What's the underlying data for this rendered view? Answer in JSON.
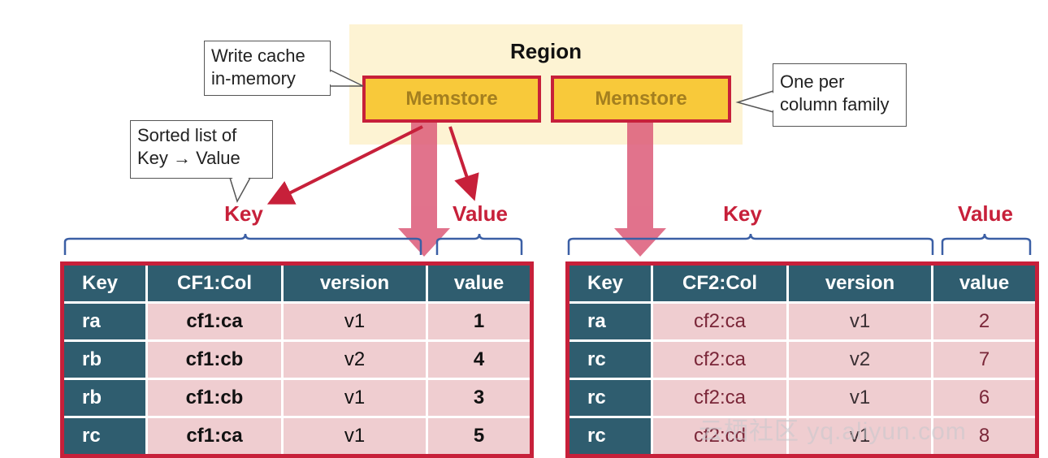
{
  "region": {
    "title": "Region",
    "memstore_labels": [
      "Memstore",
      "Memstore"
    ]
  },
  "callouts": {
    "write_cache": [
      "Write cache",
      "in-memory"
    ],
    "sorted_list": [
      "Sorted list of",
      "Key → Value"
    ],
    "one_per_cf": [
      "One per",
      "column family"
    ]
  },
  "labels": {
    "key": "Key",
    "value": "Value"
  },
  "table1": {
    "headers": [
      "Key",
      "CF1:Col",
      "version",
      "value"
    ],
    "rows": [
      [
        "ra",
        "cf1:ca",
        "v1",
        "1"
      ],
      [
        "rb",
        "cf1:cb",
        "v2",
        "4"
      ],
      [
        "rb",
        "cf1:cb",
        "v1",
        "3"
      ],
      [
        "rc",
        "cf1:ca",
        "v1",
        "5"
      ]
    ]
  },
  "table2": {
    "headers": [
      "Key",
      "CF2:Col",
      "version",
      "value"
    ],
    "rows": [
      [
        "ra",
        "cf2:ca",
        "v1",
        "2"
      ],
      [
        "rc",
        "cf2:ca",
        "v2",
        "7"
      ],
      [
        "rc",
        "cf2:ca",
        "v1",
        "6"
      ],
      [
        "rc",
        "cf2:cd",
        "v1",
        "8"
      ]
    ]
  },
  "watermark": "云栖社区 yq.aliyun.com",
  "colors": {
    "accent_red": "#c7203a",
    "memstore_yellow": "#f8c93a",
    "header_teal": "#2f5d6f",
    "cell_pink": "#efcdd0",
    "region_bg": "#fdf3d3"
  }
}
